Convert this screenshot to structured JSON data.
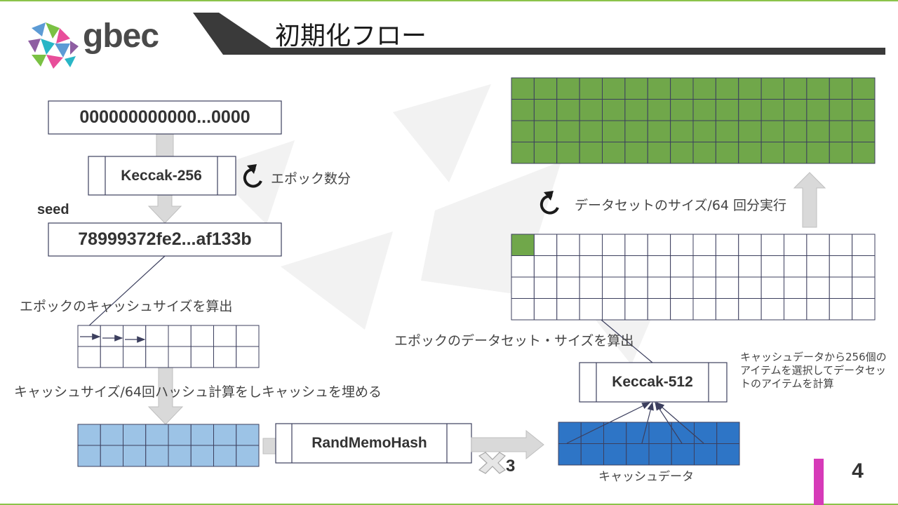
{
  "logo": {
    "text": "gbec"
  },
  "title": "初期化フロー",
  "page_number": "4",
  "boxes": {
    "zero": "000000000000...0000",
    "keccak256": "Keccak-256",
    "seed_value": "78999372fe2...af133b",
    "randmemohash": "RandMemoHash",
    "keccak512": "Keccak-512"
  },
  "labels": {
    "seed": "seed",
    "epoch_count": "エポック数分",
    "cache_size_calc": "エポックのキャッシュサイズを算出",
    "fill_cache": "キャッシュサイズ/64回ハッシュ計算をしキャッシュを埋める",
    "times3": "3",
    "cache_data": "キャッシュデータ",
    "dataset_size_calc": "エポックのデータセット・サイズを算出",
    "dataset_repeat": "データセットのサイズ/64 回分実行",
    "item_note": "キャッシュデータから256個のアイテムを選択してデータセットのアイテムを計算"
  },
  "colors": {
    "green": "#70a74a",
    "light_blue": "#9cc3e6",
    "blue": "#2e75c6",
    "gray_arrow": "#d9d9d9",
    "box_border": "#3c3f5e",
    "accent_pink": "#d63ab8",
    "title_bar": "#3a3a3a"
  }
}
